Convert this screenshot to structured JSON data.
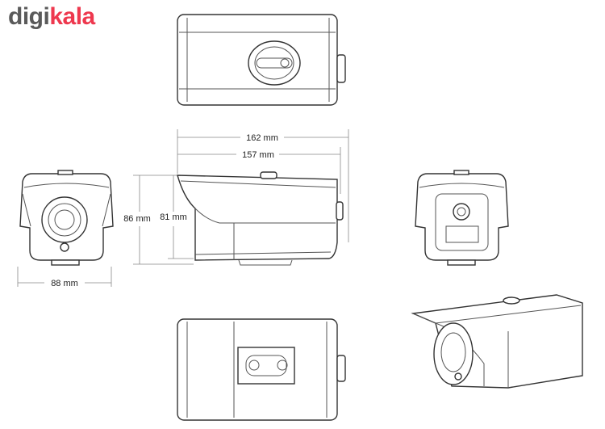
{
  "logo": {
    "part1": "digi",
    "part2": "kala"
  },
  "colors": {
    "brand_red": "#ee384e",
    "brand_gray": "#5a5a5a"
  },
  "dimensions": {
    "length_total": "162 mm",
    "length_body": "157 mm",
    "height_total": "86 mm",
    "height_body": "81 mm",
    "width": "88 mm"
  }
}
